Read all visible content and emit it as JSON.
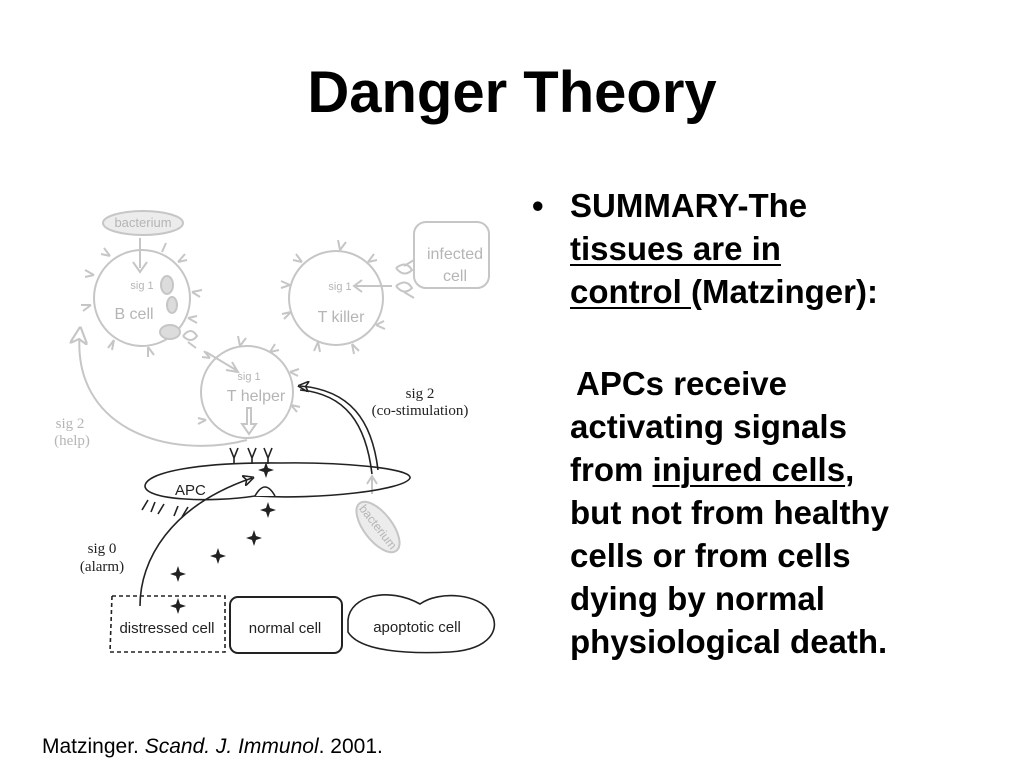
{
  "slide": {
    "title": "Danger Theory"
  },
  "diagram": {
    "labels": {
      "bacterium_top": "bacterium",
      "sig1_b": "sig 1",
      "b_cell": "B cell",
      "infected": "infected",
      "cell": "cell",
      "sig1_k": "sig 1",
      "t_killer": "T killer",
      "sig1_h": "sig 1",
      "t_helper": "T helper",
      "sig2_help_1": "sig 2",
      "sig2_help_2": "(help)",
      "sig2_costim_1": "sig 2",
      "sig2_costim_2": "(co-stimulation)",
      "apc": "APC",
      "bacterium_apc": "bacterium",
      "sig0_1": "sig 0",
      "sig0_2": "(alarm)",
      "distressed_cell": "distressed cell",
      "normal_cell": "normal cell",
      "apoptotic_cell": "apoptotic cell"
    },
    "colors": {
      "faded": "#c6c6c6",
      "ink": "#222222"
    }
  },
  "summary": {
    "bullet": "•",
    "p1": {
      "part1": "SUMMARY-The",
      "part2_underlined": "tissues are in",
      "part3_underlined": "control ",
      "part4": "(Matzinger):"
    },
    "p2": {
      "line1": "APCs receive",
      "line2": "activating signals",
      "line3_pre": "from ",
      "line3_underlined": "injured cells",
      "line3_post": ",",
      "line4": "but not from healthy",
      "line5": "cells or from cells",
      "line6": "dying by normal",
      "line7": "physiological death."
    }
  },
  "citation": {
    "author": "Matzinger. ",
    "journal": "Scand. J. Immunol",
    "year": ". 2001."
  }
}
